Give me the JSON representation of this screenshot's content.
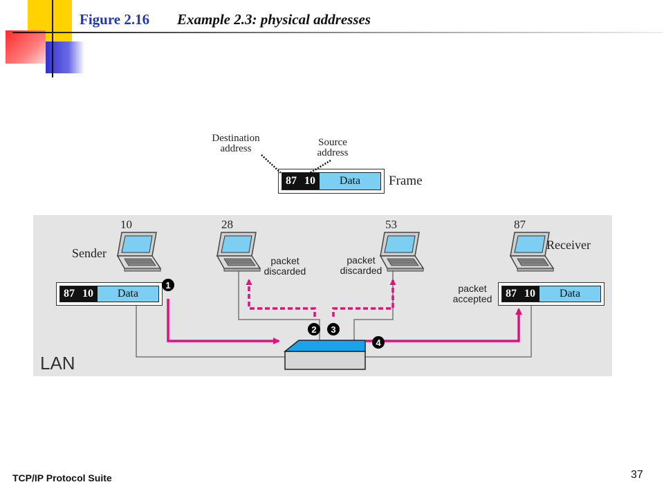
{
  "header": {
    "figure_label": "Figure 2.16",
    "figure_title": "Example 2.3: physical addresses"
  },
  "frame_legend": {
    "destination_label": [
      "Destination",
      "address"
    ],
    "source_label": [
      "Source",
      "address"
    ],
    "dst": "87",
    "src": "10",
    "data": "Data",
    "frame_word": "Frame"
  },
  "lan": {
    "label": "LAN",
    "stations": [
      {
        "address": "10",
        "role": "Sender"
      },
      {
        "address": "28",
        "note": [
          "packet",
          "discarded"
        ]
      },
      {
        "address": "53",
        "note": [
          "packet",
          "discarded"
        ]
      },
      {
        "address": "87",
        "role": "Receiver",
        "note": [
          "packet",
          "accepted"
        ]
      }
    ],
    "sender_frame": {
      "dst": "87",
      "src": "10",
      "data": "Data"
    },
    "receiver_frame": {
      "dst": "87",
      "src": "10",
      "data": "Data"
    },
    "steps": [
      "1",
      "2",
      "3",
      "4"
    ]
  },
  "colors": {
    "path_accent": "#e0107f",
    "frame_data": "#7ccff2",
    "switch_top": "#1aa3e8"
  },
  "footer": {
    "left": "TCP/IP Protocol Suite",
    "page_number": "37"
  }
}
